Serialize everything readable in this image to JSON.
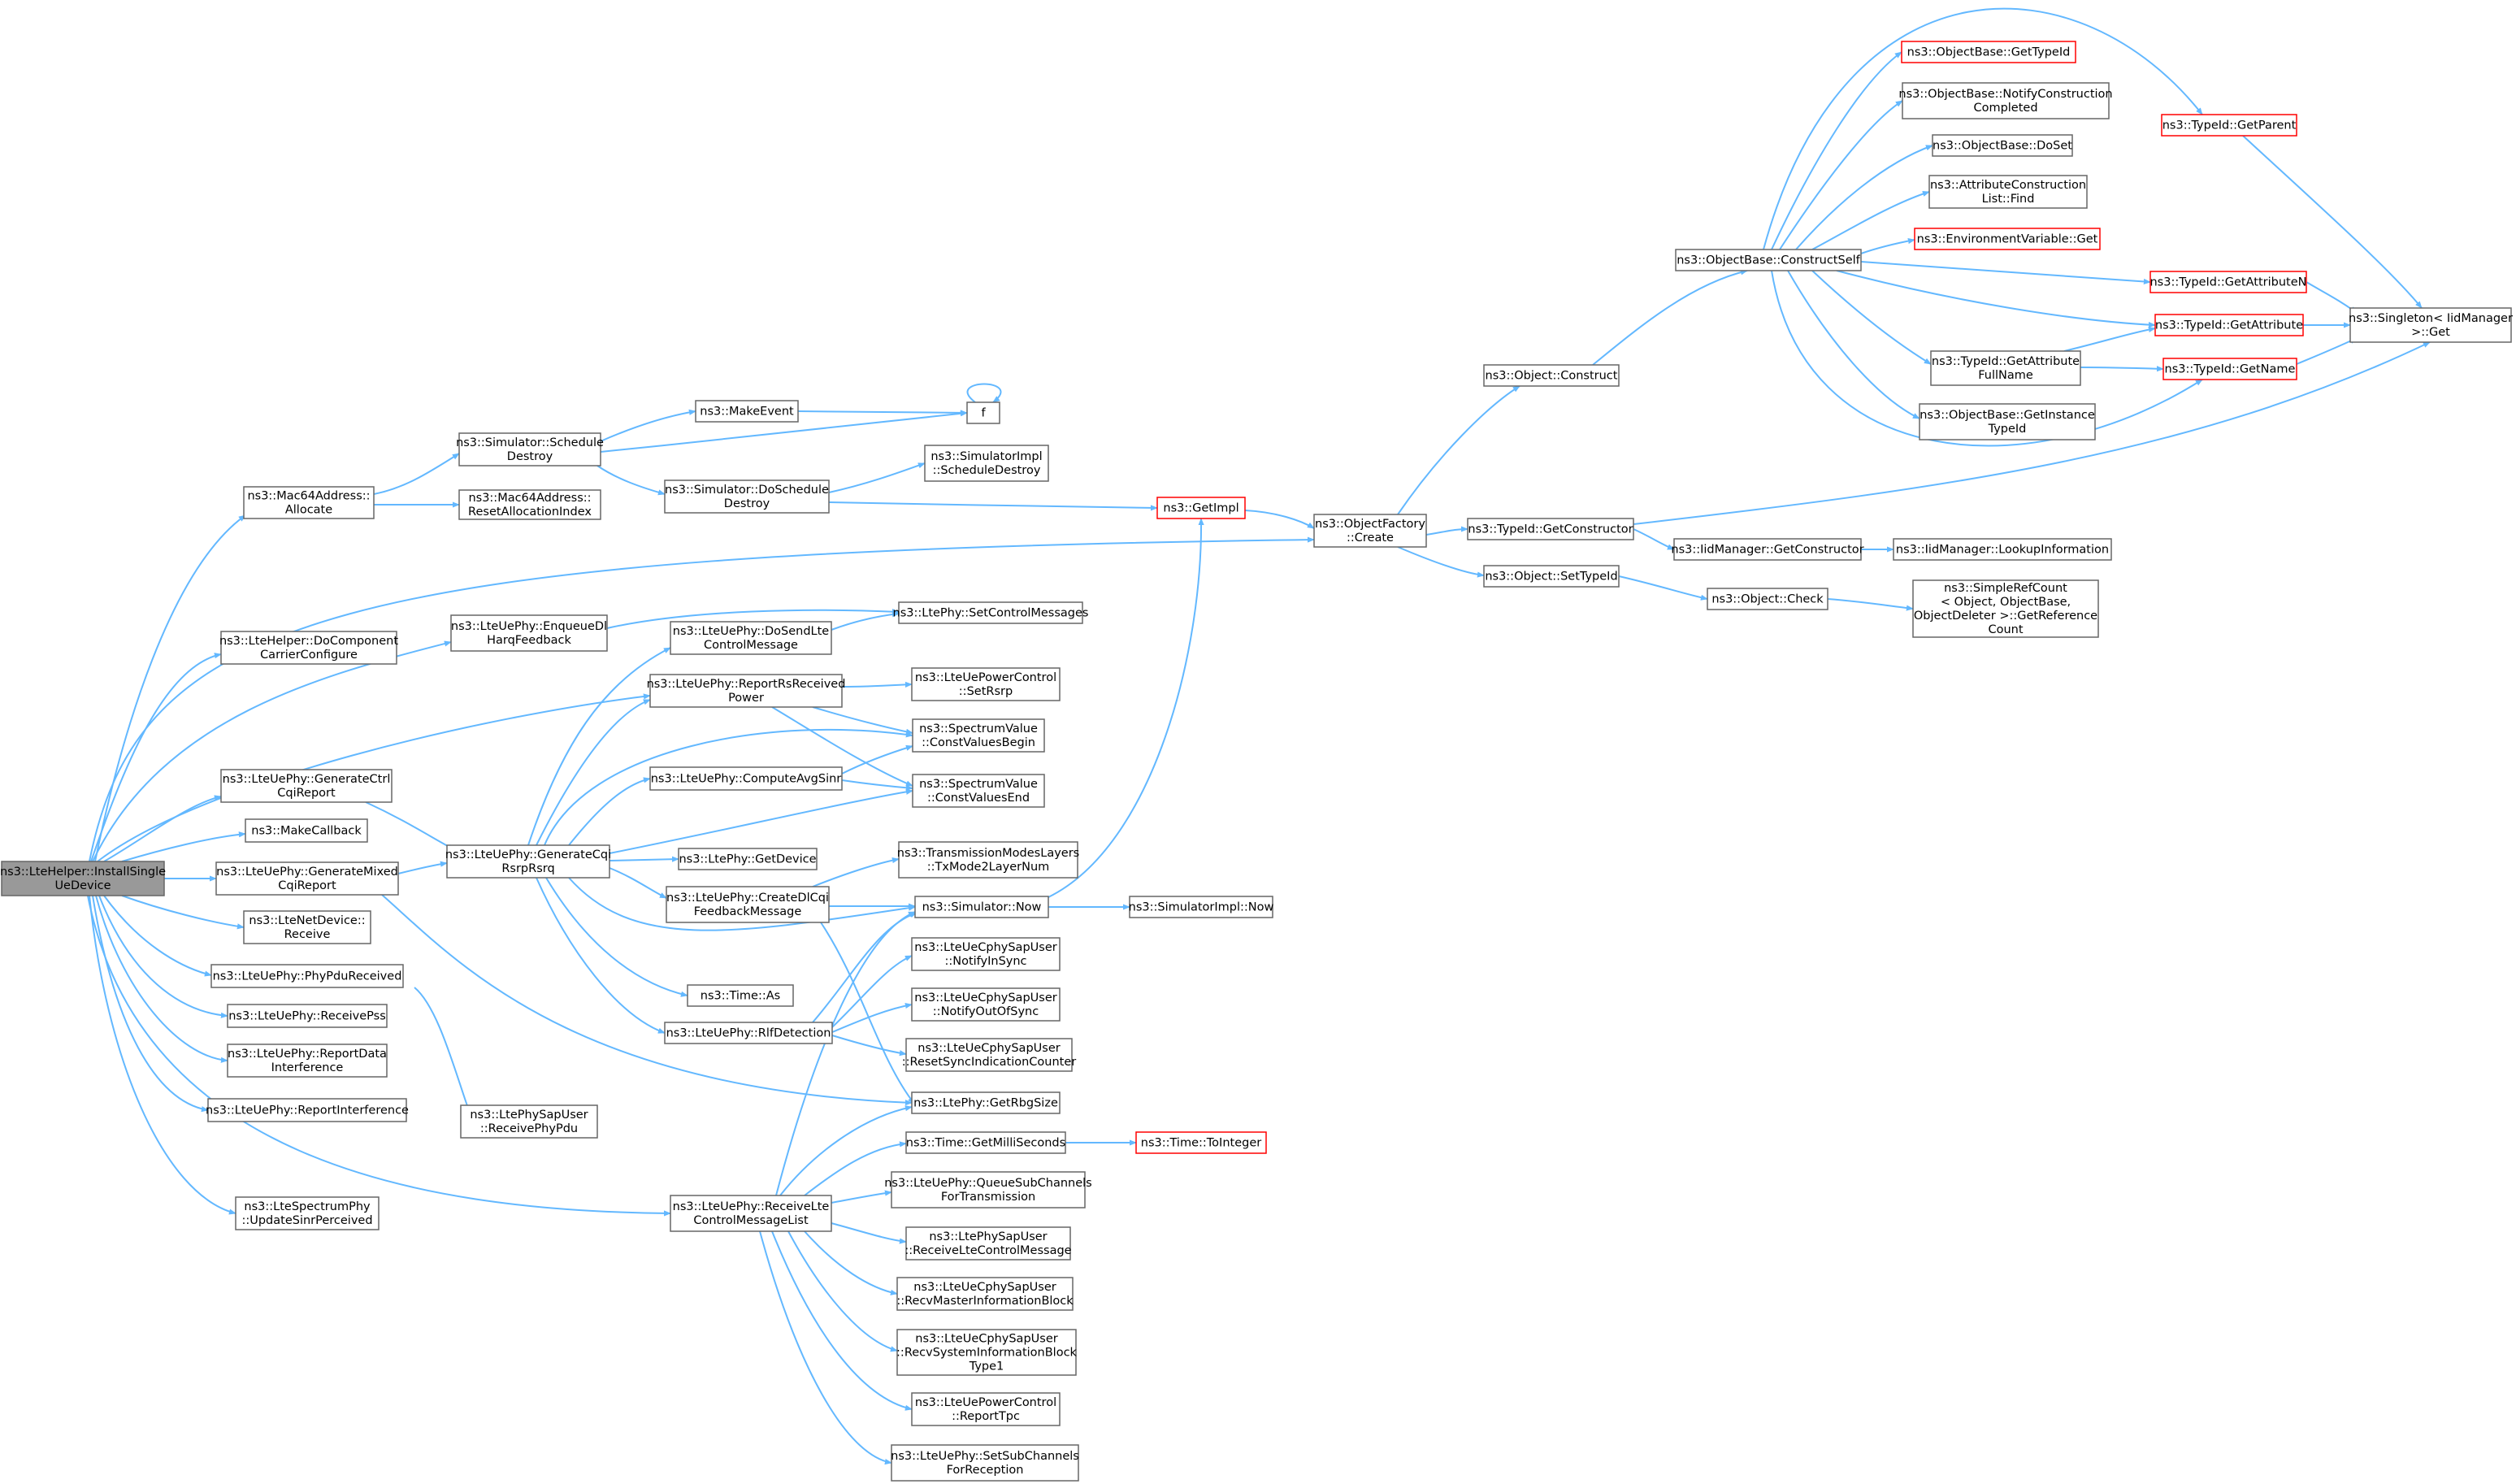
{
  "title": "",
  "colors": {
    "edge": "#63b8ff",
    "node_border": "#666666",
    "node_border_red": "#ff0000",
    "node_fill": "#ffffff",
    "root_fill": "#999999"
  },
  "nodes": [
    {
      "id": "root",
      "lines": [
        "ns3::LteHelper::InstallSingle",
        "UeDevice"
      ],
      "root": true
    },
    {
      "id": "mac_alloc",
      "lines": [
        "ns3::Mac64Address::",
        "Allocate"
      ]
    },
    {
      "id": "lh_docc",
      "lines": [
        "ns3::LteHelper::DoComponent",
        "CarrierConfigure"
      ]
    },
    {
      "id": "gen_ctrl",
      "lines": [
        "ns3::LteUePhy::GenerateCtrl",
        "CqiReport"
      ]
    },
    {
      "id": "make_cb",
      "lines": [
        "ns3::MakeCallback"
      ]
    },
    {
      "id": "gen_mixed",
      "lines": [
        "ns3::LteUePhy::GenerateMixed",
        "CqiReport"
      ]
    },
    {
      "id": "netdev_recv",
      "lines": [
        "ns3::LteNetDevice::",
        "Receive"
      ]
    },
    {
      "id": "phypdu",
      "lines": [
        "ns3::LteUePhy::PhyPduReceived"
      ]
    },
    {
      "id": "recvpss",
      "lines": [
        "ns3::LteUePhy::ReceivePss"
      ]
    },
    {
      "id": "rep_data",
      "lines": [
        "ns3::LteUePhy::ReportData",
        "Interference"
      ]
    },
    {
      "id": "rep_intf",
      "lines": [
        "ns3::LteUePhy::ReportInterference"
      ]
    },
    {
      "id": "spec_upd",
      "lines": [
        "ns3::LteSpectrumPhy",
        "::UpdateSinrPerceived"
      ]
    },
    {
      "id": "sched_destroy",
      "lines": [
        "ns3::Simulator::Schedule",
        "Destroy"
      ]
    },
    {
      "id": "mac_reset",
      "lines": [
        "ns3::Mac64Address::",
        "ResetAllocationIndex"
      ]
    },
    {
      "id": "enq_dl",
      "lines": [
        "ns3::LteUePhy::EnqueueDl",
        "HarqFeedback"
      ]
    },
    {
      "id": "gen_cqi",
      "lines": [
        "ns3::LteUePhy::GenerateCqi",
        "RsrpRsrq"
      ]
    },
    {
      "id": "sap_recvpdu",
      "lines": [
        "ns3::LtePhySapUser",
        "::ReceivePhyPdu"
      ]
    },
    {
      "id": "make_event",
      "lines": [
        "ns3::MakeEvent"
      ]
    },
    {
      "id": "do_sched",
      "lines": [
        "ns3::Simulator::DoSchedule",
        "Destroy"
      ]
    },
    {
      "id": "f",
      "lines": [
        "f"
      ]
    },
    {
      "id": "do_send",
      "lines": [
        "ns3::LteUePhy::DoSendLte",
        "ControlMessage"
      ]
    },
    {
      "id": "rep_rs",
      "lines": [
        "ns3::LteUePhy::ReportRsReceived",
        "Power"
      ]
    },
    {
      "id": "comp_avg",
      "lines": [
        "ns3::LteUePhy::ComputeAvgSinr"
      ]
    },
    {
      "id": "getdevice",
      "lines": [
        "ns3::LtePhy::GetDevice"
      ]
    },
    {
      "id": "create_dl",
      "lines": [
        "ns3::LteUePhy::CreateDlCqi",
        "FeedbackMessage"
      ]
    },
    {
      "id": "time_as",
      "lines": [
        "ns3::Time::As"
      ]
    },
    {
      "id": "rlf",
      "lines": [
        "ns3::LteUePhy::RlfDetection"
      ]
    },
    {
      "id": "recv_ctrl",
      "lines": [
        "ns3::LteUePhy::ReceiveLte",
        "ControlMessageList"
      ]
    },
    {
      "id": "simimpl_sd",
      "lines": [
        "ns3::SimulatorImpl",
        "::ScheduleDestroy"
      ]
    },
    {
      "id": "set_ctrl",
      "lines": [
        "ns3::LtePhy::SetControlMessages"
      ]
    },
    {
      "id": "set_rsrp",
      "lines": [
        "ns3::LteUePowerControl",
        "::SetRsrp"
      ]
    },
    {
      "id": "cv_begin",
      "lines": [
        "ns3::SpectrumValue",
        "::ConstValuesBegin"
      ]
    },
    {
      "id": "cv_end",
      "lines": [
        "ns3::SpectrumValue",
        "::ConstValuesEnd"
      ]
    },
    {
      "id": "txmode",
      "lines": [
        "ns3::TransmissionModesLayers",
        "::TxMode2LayerNum"
      ]
    },
    {
      "id": "sim_now",
      "lines": [
        "ns3::Simulator::Now"
      ]
    },
    {
      "id": "notify_in",
      "lines": [
        "ns3::LteUeCphySapUser",
        "::NotifyInSync"
      ]
    },
    {
      "id": "notify_out",
      "lines": [
        "ns3::LteUeCphySapUser",
        "::NotifyOutOfSync"
      ]
    },
    {
      "id": "reset_sync",
      "lines": [
        "ns3::LteUeCphySapUser",
        "::ResetSyncIndicationCounter"
      ]
    },
    {
      "id": "rbg",
      "lines": [
        "ns3::LtePhy::GetRbgSize"
      ]
    },
    {
      "id": "milli",
      "lines": [
        "ns3::Time::GetMilliSeconds"
      ]
    },
    {
      "id": "queue_sub",
      "lines": [
        "ns3::LteUePhy::QueueSubChannels",
        "ForTransmission"
      ]
    },
    {
      "id": "sap_recvctrl",
      "lines": [
        "ns3::LtePhySapUser",
        "::ReceiveLteControlMessage"
      ]
    },
    {
      "id": "recv_mib",
      "lines": [
        "ns3::LteUeCphySapUser",
        "::RecvMasterInformationBlock"
      ]
    },
    {
      "id": "recv_sib",
      "lines": [
        "ns3::LteUeCphySapUser",
        "::RecvSystemInformationBlock",
        "Type1"
      ]
    },
    {
      "id": "rep_tpc",
      "lines": [
        "ns3::LteUePowerControl",
        "::ReportTpc"
      ]
    },
    {
      "id": "set_sub",
      "lines": [
        "ns3::LteUePhy::SetSubChannels",
        "ForReception"
      ]
    },
    {
      "id": "get_impl",
      "lines": [
        "ns3::GetImpl"
      ],
      "red": true
    },
    {
      "id": "simimpl_now",
      "lines": [
        "ns3::SimulatorImpl::Now"
      ]
    },
    {
      "id": "to_integer",
      "lines": [
        "ns3::Time::ToInteger"
      ],
      "red": true
    },
    {
      "id": "of_create",
      "lines": [
        "ns3::ObjectFactory",
        "::Create"
      ]
    },
    {
      "id": "obj_construct",
      "lines": [
        "ns3::Object::Construct"
      ]
    },
    {
      "id": "tid_getctor",
      "lines": [
        "ns3::TypeId::GetConstructor"
      ]
    },
    {
      "id": "obj_settid",
      "lines": [
        "ns3::Object::SetTypeId"
      ]
    },
    {
      "id": "ob_cs",
      "lines": [
        "ns3::ObjectBase::ConstructSelf"
      ]
    },
    {
      "id": "iid_getctor",
      "lines": [
        "ns3::IidManager::GetConstructor"
      ]
    },
    {
      "id": "obj_check",
      "lines": [
        "ns3::Object::Check"
      ]
    },
    {
      "id": "ob_gettid",
      "lines": [
        "ns3::ObjectBase::GetTypeId"
      ],
      "red": true
    },
    {
      "id": "ob_notify",
      "lines": [
        "ns3::ObjectBase::NotifyConstruction",
        "Completed"
      ]
    },
    {
      "id": "ob_doset",
      "lines": [
        "ns3::ObjectBase::DoSet"
      ]
    },
    {
      "id": "acl_find",
      "lines": [
        "ns3::AttributeConstruction",
        "List::Find"
      ]
    },
    {
      "id": "env_get",
      "lines": [
        "ns3::EnvironmentVariable::Get"
      ],
      "red": true
    },
    {
      "id": "tid_gafn",
      "lines": [
        "ns3::TypeId::GetAttribute",
        "FullName"
      ]
    },
    {
      "id": "ob_getinst",
      "lines": [
        "ns3::ObjectBase::GetInstance",
        "TypeId"
      ]
    },
    {
      "id": "iid_lookup",
      "lines": [
        "ns3::IidManager::LookupInformation"
      ]
    },
    {
      "id": "simpleref",
      "lines": [
        "ns3::SimpleRefCount",
        "< Object, ObjectBase,",
        "ObjectDeleter >::GetReference",
        "Count"
      ]
    },
    {
      "id": "tid_getparent",
      "lines": [
        "ns3::TypeId::GetParent"
      ],
      "red": true
    },
    {
      "id": "tid_getattrn",
      "lines": [
        "ns3::TypeId::GetAttributeN"
      ],
      "red": true
    },
    {
      "id": "tid_getattr",
      "lines": [
        "ns3::TypeId::GetAttribute"
      ],
      "red": true
    },
    {
      "id": "tid_getname",
      "lines": [
        "ns3::TypeId::GetName"
      ],
      "red": true
    },
    {
      "id": "singleton",
      "lines": [
        "ns3::Singleton< IidManager",
        ">::Get"
      ]
    }
  ]
}
